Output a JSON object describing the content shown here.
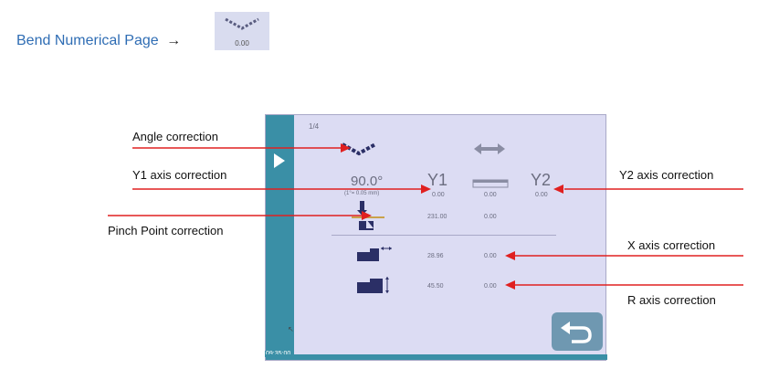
{
  "heading": {
    "text": "Bend Numerical Page",
    "arrow": "→"
  },
  "thumbnail": {
    "icon": "bend-angle-icon",
    "value": "0.00"
  },
  "screen": {
    "page_indicator": "1/4",
    "clock": "09:35:00",
    "angle": {
      "value": "90.0°",
      "hint": "(1°= 0.05 mm)"
    },
    "y1": {
      "label": "Y1",
      "value": "0.00"
    },
    "center_value": "0.00",
    "y2": {
      "label": "Y2",
      "value": "0.00"
    },
    "pinch": {
      "value1": "231.00",
      "value2": "0.00"
    },
    "x_axis": {
      "value1": "28.96",
      "value2": "0.00"
    },
    "r_axis": {
      "value1": "45.50",
      "value2": "0.00"
    }
  },
  "callouts": {
    "angle": "Angle correction",
    "y1": "Y1 axis correction",
    "y2": "Y2 axis correction",
    "pinch": "Pinch Point correction",
    "x": "X axis correction",
    "r": "R axis correction"
  },
  "colors": {
    "accent": "#3a8fa6",
    "screen_bg": "#dcdcf3",
    "arrow": "#e02020",
    "heading": "#2f6db4"
  }
}
